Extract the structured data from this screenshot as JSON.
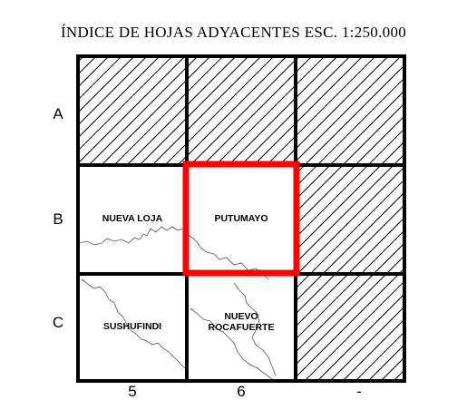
{
  "title": "ÍNDICE DE HOJAS ADYACENTES ESC.  1:250.000",
  "rows": [
    "A",
    "B",
    "C"
  ],
  "columns": [
    "5",
    "6",
    "-"
  ],
  "sheets": [
    {
      "id": "B5",
      "label": "NUEVA LOJA"
    },
    {
      "id": "B6",
      "label": "PUTUMAYO",
      "highlighted": true
    },
    {
      "id": "C5",
      "label": "SUSHUFINDI"
    },
    {
      "id": "C6",
      "label": "NUEVO\nROCAFUERTE"
    }
  ],
  "hatched_cells": [
    "A5",
    "A6",
    "A7",
    "B7",
    "C7"
  ],
  "highlight_color": "#ff0000"
}
